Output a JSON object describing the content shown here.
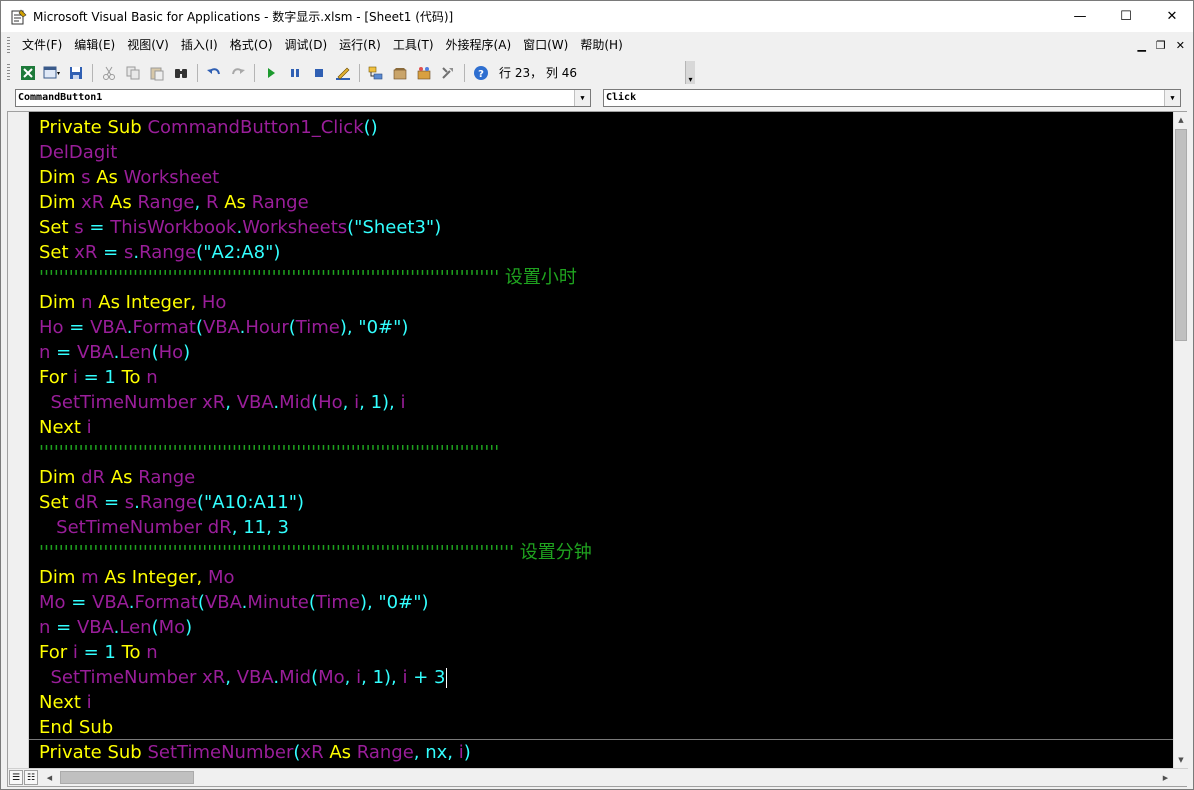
{
  "window": {
    "title": "Microsoft Visual Basic for Applications - 数字显示.xlsm - [Sheet1 (代码)]",
    "minimize": "—",
    "maximize": "☐",
    "close": "✕"
  },
  "menu": {
    "items": [
      "文件(F)",
      "编辑(E)",
      "视图(V)",
      "插入(I)",
      "格式(O)",
      "调试(D)",
      "运行(R)",
      "工具(T)",
      "外接程序(A)",
      "窗口(W)",
      "帮助(H)"
    ],
    "mdi_minimize": "▁",
    "mdi_restore": "❐",
    "mdi_close": "✕"
  },
  "toolbar": {
    "status": "行 23， 列 46",
    "icons": [
      "excel-icon",
      "insert-module-icon",
      "save-icon",
      "cut-icon",
      "copy-icon",
      "paste-icon",
      "find-icon",
      "undo-icon",
      "redo-icon",
      "run-icon",
      "break-icon",
      "reset-icon",
      "design-mode-icon",
      "project-explorer-icon",
      "properties-icon",
      "object-browser-icon",
      "toolbox-icon",
      "help-icon"
    ]
  },
  "combos": {
    "object": "CommandButton1",
    "procedure": "Click"
  },
  "code": {
    "l1": [
      "Private Sub ",
      "CommandButton1_Click",
      "()"
    ],
    "l2": "DelDagit",
    "l3": [
      "Dim ",
      "s",
      " As ",
      "Worksheet"
    ],
    "l4": [
      "Dim ",
      "xR",
      " As ",
      "Range",
      ", ",
      "R",
      " As ",
      "Range"
    ],
    "l5": [
      "Set ",
      "s",
      " = ",
      "ThisWorkbook",
      ".",
      "Worksheets",
      "(\"Sheet3\")"
    ],
    "l6": [
      "Set ",
      "xR",
      " = ",
      "s",
      ".",
      "Range",
      "(\"A2:A8\")"
    ],
    "l7": "''''''''''''''''''''''''''''''''''''''''''''''''''''''''''''''''''''''''''''''''''''''''''''' 设置小时",
    "l8": [
      "Dim ",
      "n",
      " As Integer, ",
      "Ho"
    ],
    "l9": [
      "Ho",
      " = ",
      "VBA",
      ".",
      "Format",
      "(",
      "VBA",
      ".",
      "Hour",
      "(",
      "Time",
      "), \"0#\")"
    ],
    "l10": [
      "n",
      " = ",
      "VBA",
      ".",
      "Len",
      "(",
      "Ho",
      ")"
    ],
    "l11": [
      "For ",
      "i",
      " = 1 ",
      "To ",
      "n"
    ],
    "l12": [
      "  SetTimeNumber xR",
      ", ",
      "VBA",
      ".",
      "Mid",
      "(",
      "Ho",
      ", ",
      "i",
      ", 1), ",
      "i"
    ],
    "l13": [
      "Next ",
      "i"
    ],
    "l14": "'''''''''''''''''''''''''''''''''''''''''''''''''''''''''''''''''''''''''''''''''''''''''''''",
    "l15": [
      "Dim ",
      "dR",
      " As ",
      "Range"
    ],
    "l16": [
      "Set ",
      "dR",
      " = ",
      "s",
      ".",
      "Range",
      "(\"A10:A11\")"
    ],
    "l17": [
      "   SetTimeNumber dR",
      ", 11, 3"
    ],
    "l18": "'''''''''''''''''''''''''''''''''''''''''''''''''''''''''''''''''''''''''''''''''''''''''''''''' 设置分钟",
    "l19": [
      "Dim ",
      "m",
      " As Integer, ",
      "Mo"
    ],
    "l20": [
      "Mo",
      " = ",
      "VBA",
      ".",
      "Format",
      "(",
      "VBA",
      ".",
      "Minute",
      "(",
      "Time",
      "), \"0#\")"
    ],
    "l21": [
      "n",
      " = ",
      "VBA",
      ".",
      "Len",
      "(",
      "Mo",
      ")"
    ],
    "l22": [
      "For ",
      "i",
      " = 1 ",
      "To ",
      "n"
    ],
    "l23": [
      "  SetTimeNumber xR",
      ", ",
      "VBA",
      ".",
      "Mid",
      "(",
      "Mo",
      ", ",
      "i",
      ", 1), ",
      "i",
      " + 3"
    ],
    "l24": [
      "Next ",
      "i"
    ],
    "l25": "End Sub",
    "l26": [
      "Private Sub ",
      "SetTimeNumber",
      "(",
      "xR",
      " As ",
      "Range",
      ", nx, ",
      "i",
      ")"
    ]
  },
  "colors": {
    "code_bg": "#000000",
    "keyword": "#ffff00",
    "identifier": "#9a1e9a",
    "constant": "#33ffff",
    "comment": "#1fa31f"
  }
}
